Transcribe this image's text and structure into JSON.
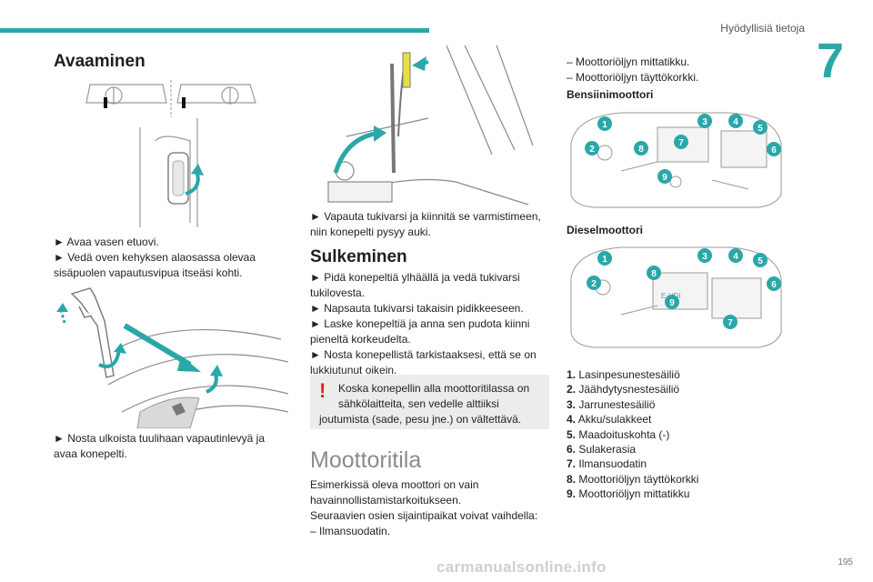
{
  "header": {
    "title": "Hyödyllisiä tietoja",
    "chapter": "7",
    "page_number": "195"
  },
  "watermark": "carmanualsonline.info",
  "left": {
    "heading": "Avaaminen",
    "text1_line1": "► Avaa vasen etuovi.",
    "text1_line2": "► Vedä oven kehyksen alaosassa olevaa sisäpuolen vapautusvipua itseäsi kohti.",
    "text2": "► Nosta ulkoista tuulihaan vapautinlevyä ja avaa konepelti."
  },
  "middle": {
    "text1": "► Vapauta tukivarsi ja kiinnitä se varmistimeen, niin konepelti pysyy auki.",
    "heading_close": "Sulkeminen",
    "close_steps": [
      "► Pidä konepeltiä ylhäällä ja vedä tukivarsi tukilovesta.",
      "► Napsauta tukivarsi takaisin pidikkeeseen.",
      "► Laske konepeltiä ja anna sen pudota kiinni pieneltä korkeudelta.",
      "► Nosta konepellistä tarkistaaksesi, että se on lukkiutunut oikein."
    ],
    "warning_mark": "!",
    "warning_text_first": "Koska konepellin alla moottoritilassa on sähkölaitteita, sen vedelle alttiiksi",
    "warning_text_rest": "joutumista (sade, pesu jne.) on vältettävä.",
    "heading_engine": "Moottoritila",
    "engine_text": [
      "Esimerkissä oleva moottori on vain havainnollistamistarkoitukseen.",
      "Seuraavien osien sijaintipaikat voivat vaihdella:",
      "– Ilmansuodatin."
    ]
  },
  "right": {
    "top_items": [
      "– Moottoriöljyn mittatikku.",
      "– Moottoriöljyn täyttökorkki."
    ],
    "petrol_heading": "Bensiinimoottori",
    "diesel_heading": "Dieselmoottori",
    "legend": [
      {
        "num": "1.",
        "label": "Lasinpesunestesäiliö"
      },
      {
        "num": "2.",
        "label": "Jäähdytysnestesäiliö"
      },
      {
        "num": "3.",
        "label": "Jarrunestesäiliö"
      },
      {
        "num": "4.",
        "label": "Akku/sulakkeet"
      },
      {
        "num": "5.",
        "label": "Maadoituskohta (-)"
      },
      {
        "num": "6.",
        "label": "Sulakerasia"
      },
      {
        "num": "7.",
        "label": "Ilmansuodatin"
      },
      {
        "num": "8.",
        "label": "Moottoriöljyn täyttökorkki"
      },
      {
        "num": "9.",
        "label": "Moottoriöljyn mittatikku"
      }
    ],
    "petrol_callouts": [
      "1",
      "2",
      "3",
      "4",
      "5",
      "6",
      "7",
      "8",
      "9"
    ],
    "diesel_callouts": [
      "1",
      "2",
      "3",
      "4",
      "5",
      "6",
      "7",
      "8",
      "9"
    ],
    "diesel_engine_badge": "E-HDi"
  },
  "colors": {
    "accent": "#2aa7a9",
    "warning": "#e0202a",
    "warning_bg": "#ececec"
  }
}
